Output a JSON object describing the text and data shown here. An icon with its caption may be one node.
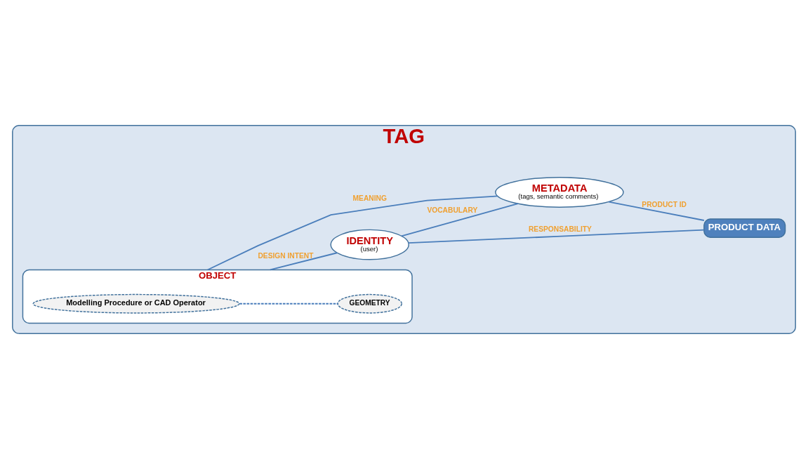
{
  "diagram": {
    "nodes": [
      {
        "text": [
          "TAG"
        ]
      },
      {
        "text": [
          "OBJECT"
        ],
        "in": 0
      },
      {
        "text": [
          "Modelling Procedure or CAD Operator"
        ],
        "in": 1
      },
      {
        "text": [
          "GEOMETRY"
        ],
        "in": 1
      },
      {
        "text": [
          "IDENTITY",
          "(user)"
        ],
        "in": 0
      },
      {
        "text": [
          "METADATA",
          "(tags, semantic comments)"
        ],
        "in": 0
      },
      {
        "text": [
          "PRODUCT DATA"
        ],
        "in": 0
      }
    ],
    "edges": [
      {
        "from": 2,
        "to": 3,
        "arrow": "none",
        "style": "dashed"
      },
      {
        "from": 1,
        "to": 4,
        "arrow": "none",
        "label": "DESIGN INTENT"
      },
      {
        "from": 1,
        "to": 5,
        "arrow": "none",
        "label": "MEANING"
      },
      {
        "from": 4,
        "to": 5,
        "arrow": "none",
        "label": "VOCABULARY"
      },
      {
        "from": 4,
        "to": 6,
        "arrow": "none",
        "label": "RESPONSABILITY"
      },
      {
        "from": 5,
        "to": 6,
        "arrow": "none",
        "label": "PRODUCT ID"
      }
    ]
  }
}
